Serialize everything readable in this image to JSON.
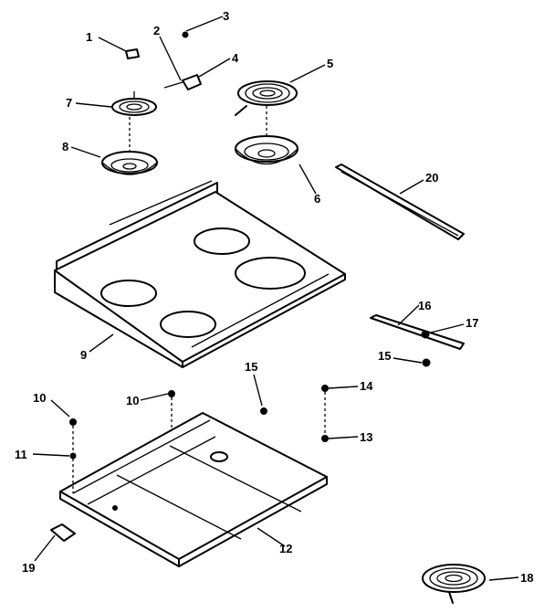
{
  "diagram": {
    "colors": {
      "line": "#000000",
      "background": "#ffffff"
    },
    "callouts": [
      {
        "id": "1",
        "text": "1"
      },
      {
        "id": "2",
        "text": "2"
      },
      {
        "id": "3",
        "text": "3"
      },
      {
        "id": "4",
        "text": "4"
      },
      {
        "id": "5",
        "text": "5"
      },
      {
        "id": "6",
        "text": "6"
      },
      {
        "id": "7",
        "text": "7"
      },
      {
        "id": "8",
        "text": "8"
      },
      {
        "id": "9",
        "text": "9"
      },
      {
        "id": "10a",
        "text": "10"
      },
      {
        "id": "10b",
        "text": "10"
      },
      {
        "id": "11",
        "text": "11"
      },
      {
        "id": "12",
        "text": "12"
      },
      {
        "id": "13",
        "text": "13"
      },
      {
        "id": "14",
        "text": "14"
      },
      {
        "id": "15a",
        "text": "15"
      },
      {
        "id": "15b",
        "text": "15"
      },
      {
        "id": "16",
        "text": "16"
      },
      {
        "id": "17",
        "text": "17"
      },
      {
        "id": "18",
        "text": "18"
      },
      {
        "id": "19",
        "text": "19"
      },
      {
        "id": "20",
        "text": "20"
      }
    ]
  }
}
